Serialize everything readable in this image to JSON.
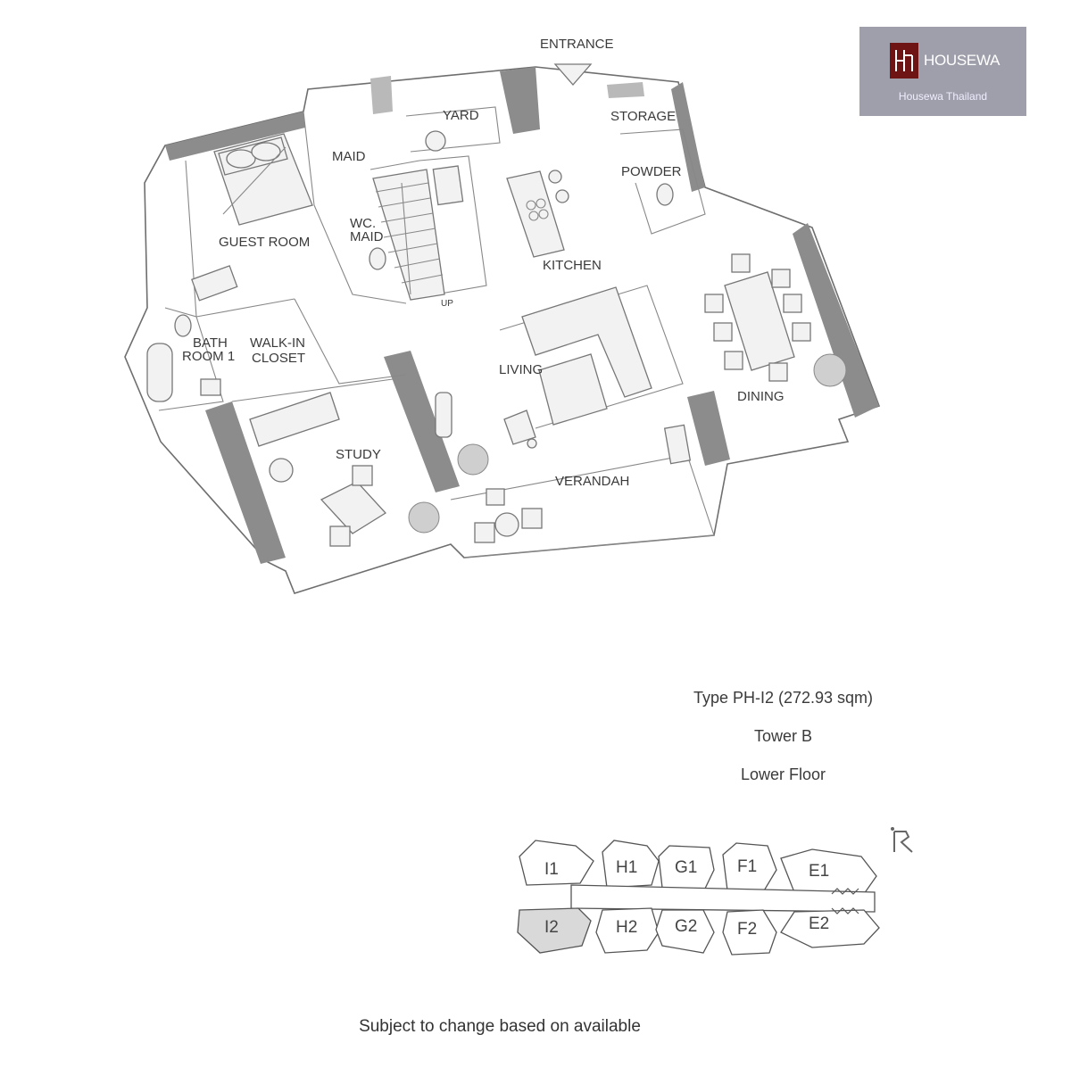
{
  "brand": {
    "name": "HOUSEWA",
    "tagline": "Housewa Thailand",
    "mark_color": "#6e1414",
    "box_color": "#9f9fab"
  },
  "floorplan": {
    "rooms": {
      "entrance": "ENTRANCE",
      "yard": "YARD",
      "storage": "STORAGE",
      "maid": "MAID",
      "powder": "POWDER",
      "wc_maid_1": "WC.",
      "wc_maid_2": "MAID",
      "guest_room": "GUEST ROOM",
      "kitchen": "KITCHEN",
      "up": "UP",
      "bath_1": "BATH",
      "bath_2": "ROOM 1",
      "walkin_1": "WALK-IN",
      "walkin_2": "CLOSET",
      "living": "LIVING",
      "dining": "DINING",
      "study": "STUDY",
      "verandah": "VERANDAH"
    }
  },
  "unit_info": {
    "type": "Type PH-I2 (272.93 sqm)",
    "tower": "Tower B",
    "floor": "Lower Floor"
  },
  "keyplan": {
    "top_units": [
      "I1",
      "H1",
      "G1",
      "F1",
      "E1"
    ],
    "bottom_units": [
      "I2",
      "H2",
      "G2",
      "F2",
      "E2"
    ],
    "highlighted_unit": "I2",
    "north_icon": "north-arrow-icon"
  },
  "footer_note": "Subject to change based on available"
}
